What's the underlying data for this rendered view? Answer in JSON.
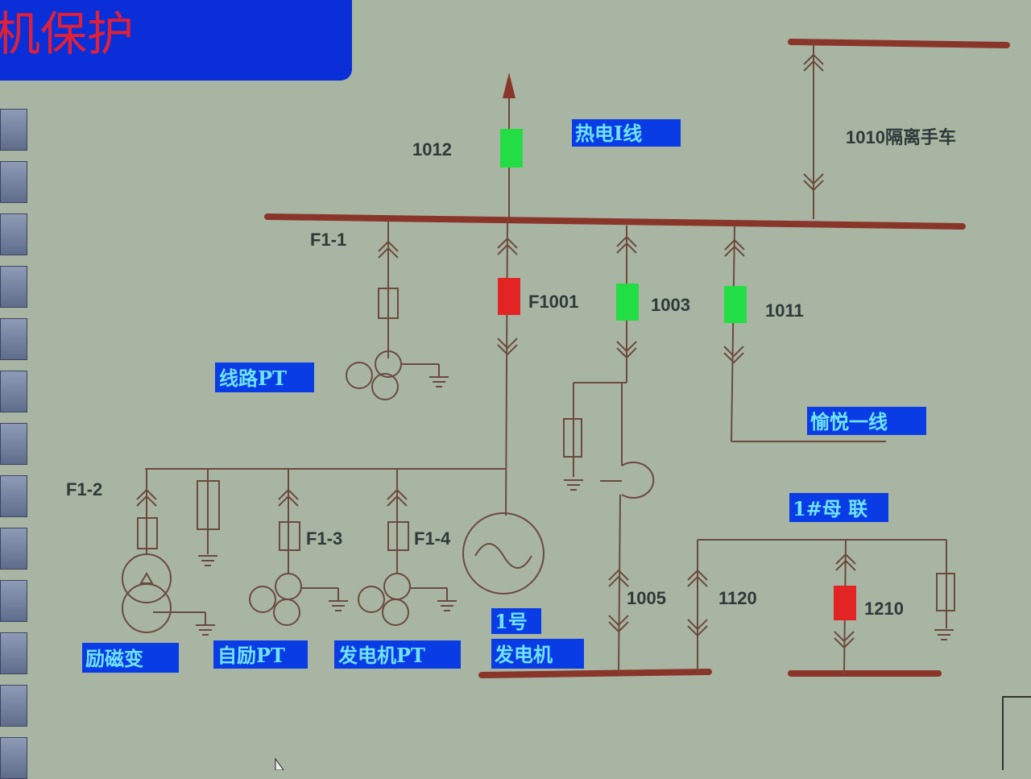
{
  "header": {
    "title": "机保护"
  },
  "colors": {
    "bus": "#8a352a",
    "breaker_green": "#22dd44",
    "breaker_red": "#e32424",
    "label_bg": "#0a3ce6",
    "label_text": "#6fe3ff",
    "header_bg": "#0a2fd8",
    "header_text": "#e0203a"
  },
  "breakers": [
    {
      "id": "1012",
      "state_color": "green"
    },
    {
      "id": "F1001",
      "state_color": "red"
    },
    {
      "id": "1003",
      "state_color": "green"
    },
    {
      "id": "1011",
      "state_color": "green"
    },
    {
      "id": "1210",
      "state_color": "red"
    }
  ],
  "text_labels": {
    "b1012": "1012",
    "f1001": "F1001",
    "b1003": "1003",
    "b1011": "1011",
    "b1010": "1010隔离手车",
    "f11": "F1-1",
    "f12": "F1-2",
    "f13": "F1-3",
    "f14": "F1-4",
    "b1005": "1005",
    "b1120": "1120",
    "b1210": "1210"
  },
  "name_tags": {
    "redian": "热电I线",
    "line_pt": "线路PT",
    "yuyue": "愉悦一线",
    "buscoupler": "1#母 联",
    "exc_tr": "励磁变",
    "self_pt": "自励PT",
    "gen_pt": "发电机PT",
    "gen_no": "1号",
    "gen": "发电机"
  }
}
